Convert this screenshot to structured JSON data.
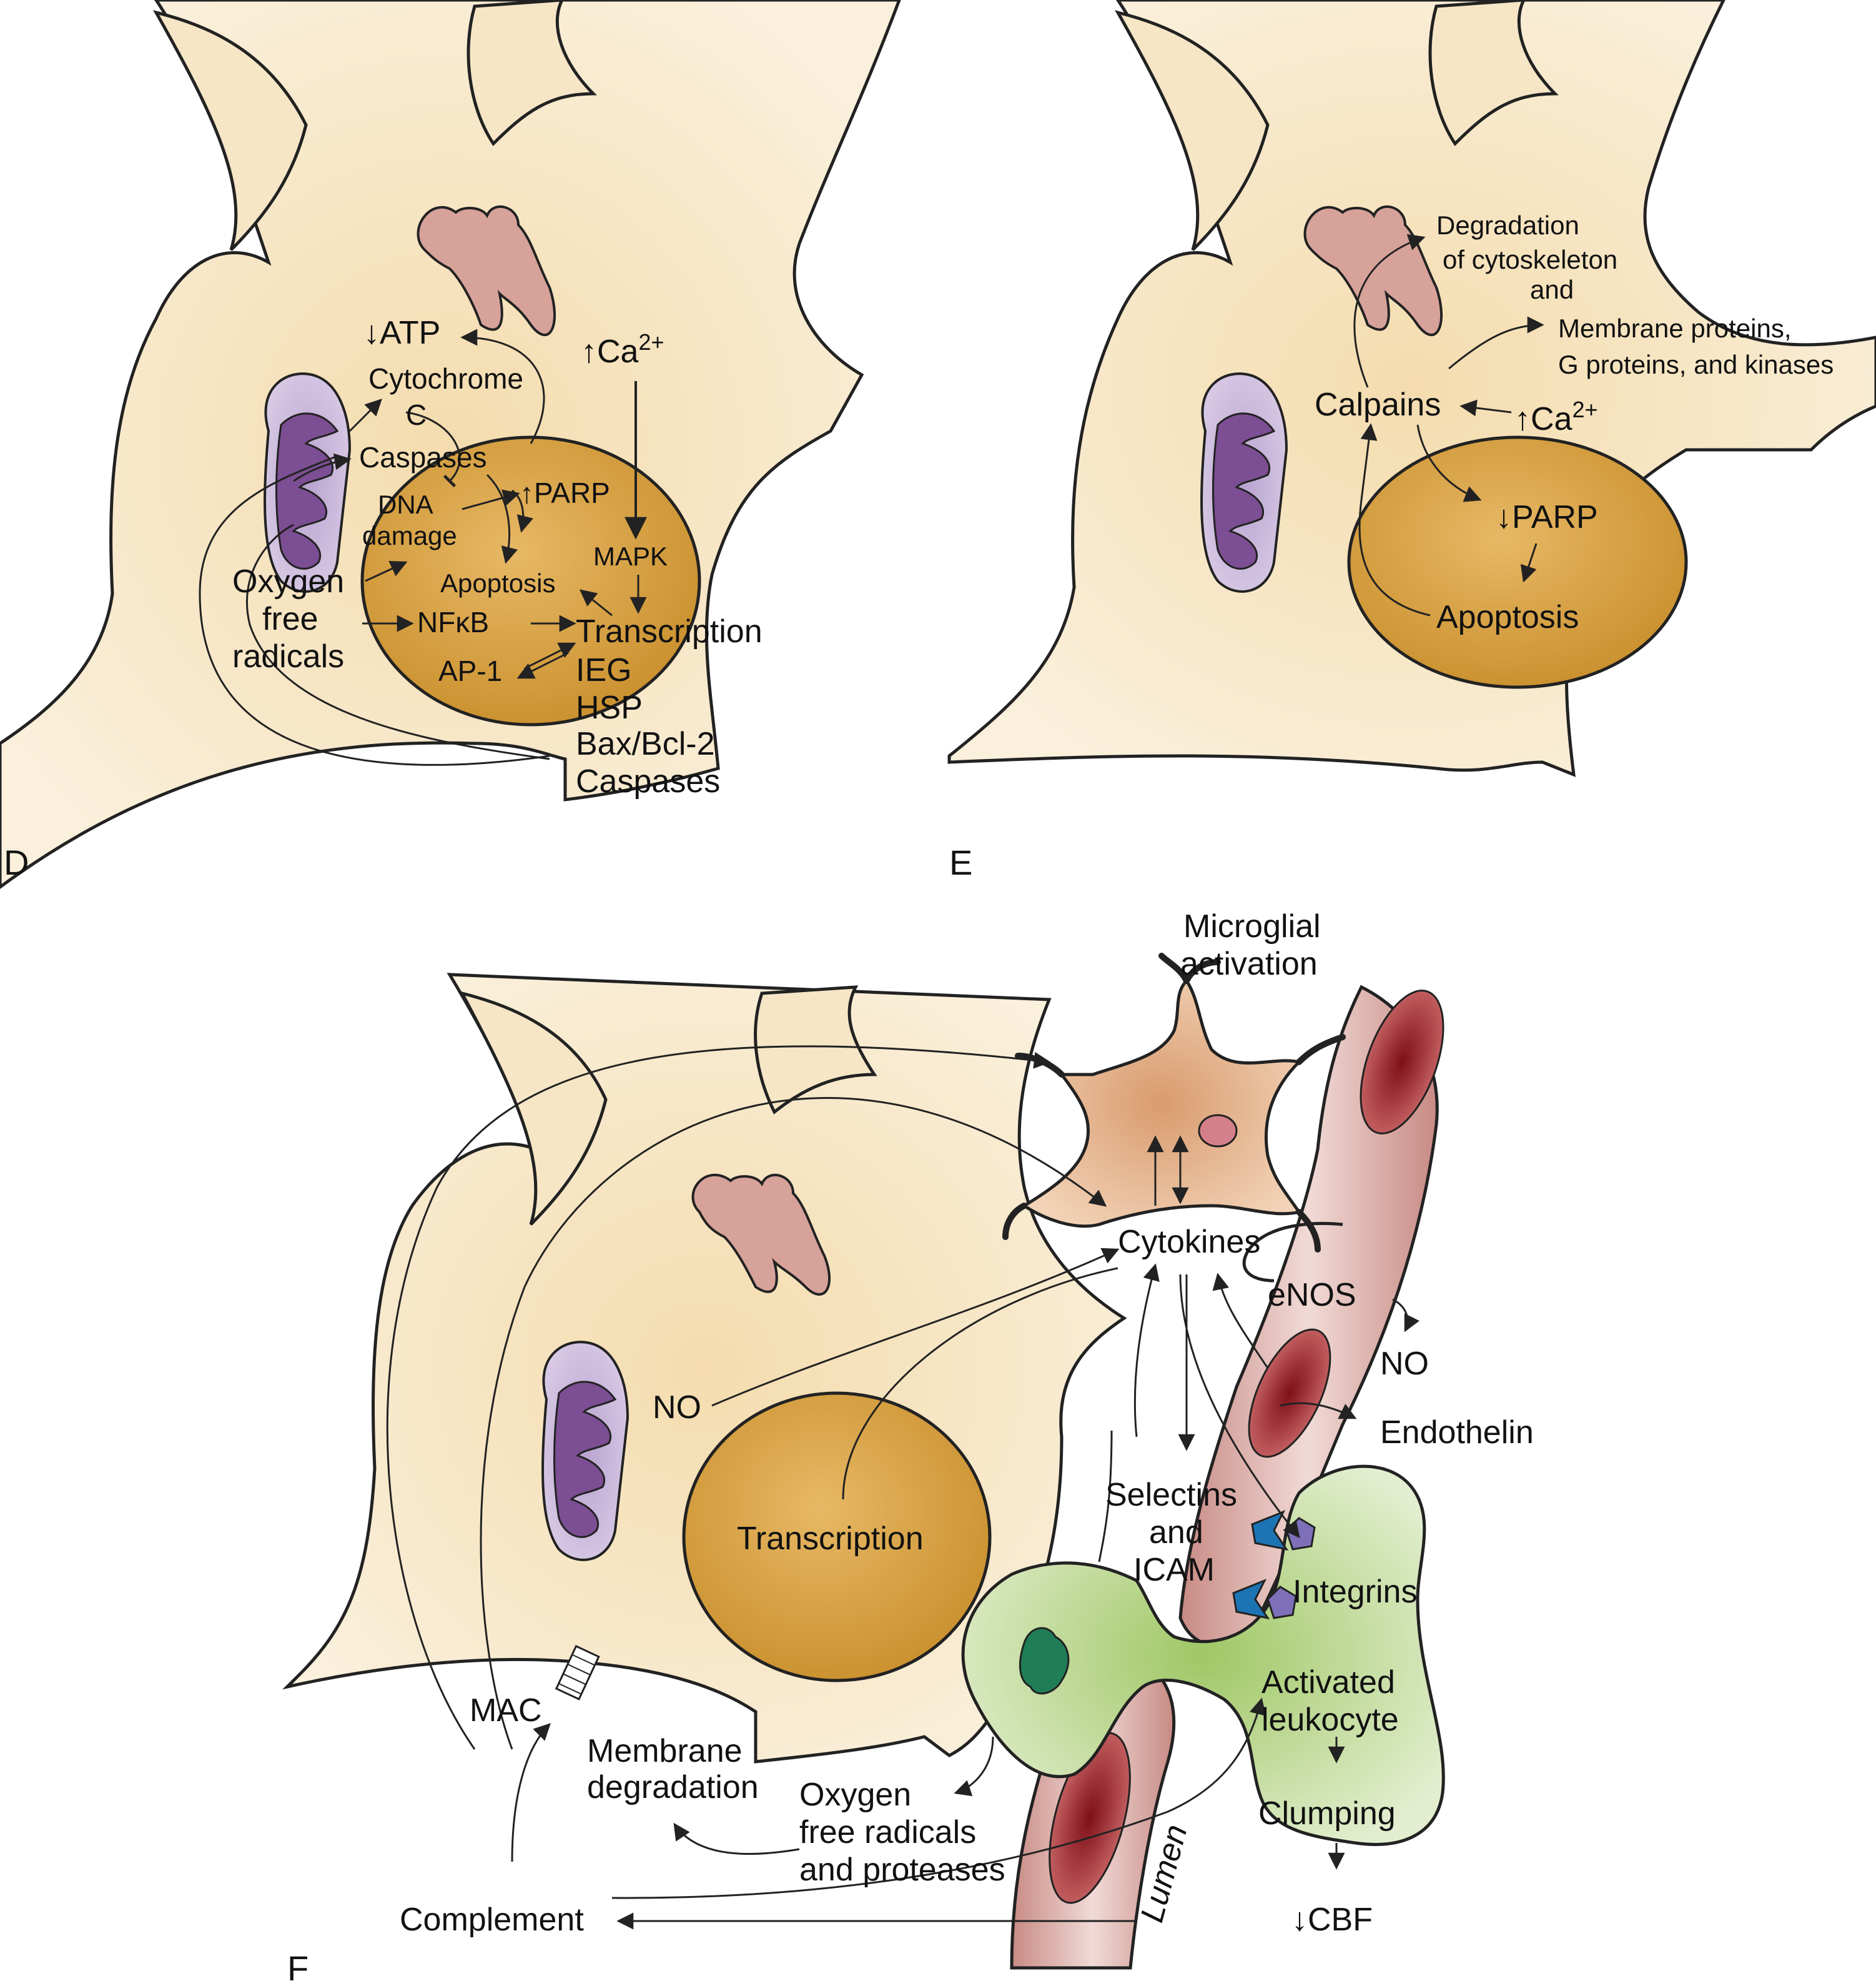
{
  "panel_d": {
    "letter": "D",
    "atp": "↓ATP",
    "cytochrome": "Cytochrome",
    "cytochrome_c": "C",
    "ca": "↑Ca",
    "ca_sup": "2+",
    "caspases": "Caspases",
    "parp": "↑PARP",
    "dna": "DNA",
    "damage": "damage",
    "mapk": "MAPK",
    "oxygen": "Oxygen",
    "free": "free",
    "radicals": "radicals",
    "apoptosis": "Apoptosis",
    "nfkb": "NFκB",
    "transcription": "Transcription",
    "ap1": "AP-1",
    "ieg": "IEG",
    "hsp": "HSP",
    "bax": "Bax/Bcl-2",
    "caspases2": "Caspases"
  },
  "panel_e": {
    "letter": "E",
    "degradation": "Degradation",
    "cytoskeleton": "of cytoskeleton",
    "and": "and",
    "membrane_proteins": "Membrane proteins,",
    "g_proteins": "G proteins, and kinases",
    "calpains": "Calpains",
    "ca": "↑Ca",
    "ca_sup": "2+",
    "parp": "↓PARP",
    "apoptosis": "Apoptosis"
  },
  "panel_f": {
    "letter": "F",
    "microglial": "Microglial",
    "activation": "activation",
    "cytokines": "Cytokines",
    "enos": "eNOS",
    "no_right": "NO",
    "endothelin": "Endothelin",
    "no_left": "NO",
    "transcription": "Transcription",
    "selectins": "Selectins",
    "and": "and",
    "icam": "ICAM",
    "integrins": "Integrins",
    "activated": "Activated",
    "leukocyte": "leukocyte",
    "clumping": "Clumping",
    "cbf": "↓CBF",
    "mac": "MAC",
    "membrane": "Membrane",
    "degradation": "degradation",
    "oxygen": "Oxygen",
    "free_radicals": "free radicals",
    "and_proteases": "and proteases",
    "complement": "Complement",
    "lumen": "Lumen"
  },
  "colors": {
    "cell": "#f6e6c6",
    "nucleus": "#d9a64e",
    "mitochondrion": "#a78cc0",
    "er": "#c58b82",
    "microglia": "#dca57c",
    "leukocyte": "#b9d48e",
    "vessel": "#d9a6a0",
    "rbc": "#8e1a22",
    "receptor_blue": "#1d74b5",
    "receptor_purple": "#7d6fb8"
  }
}
